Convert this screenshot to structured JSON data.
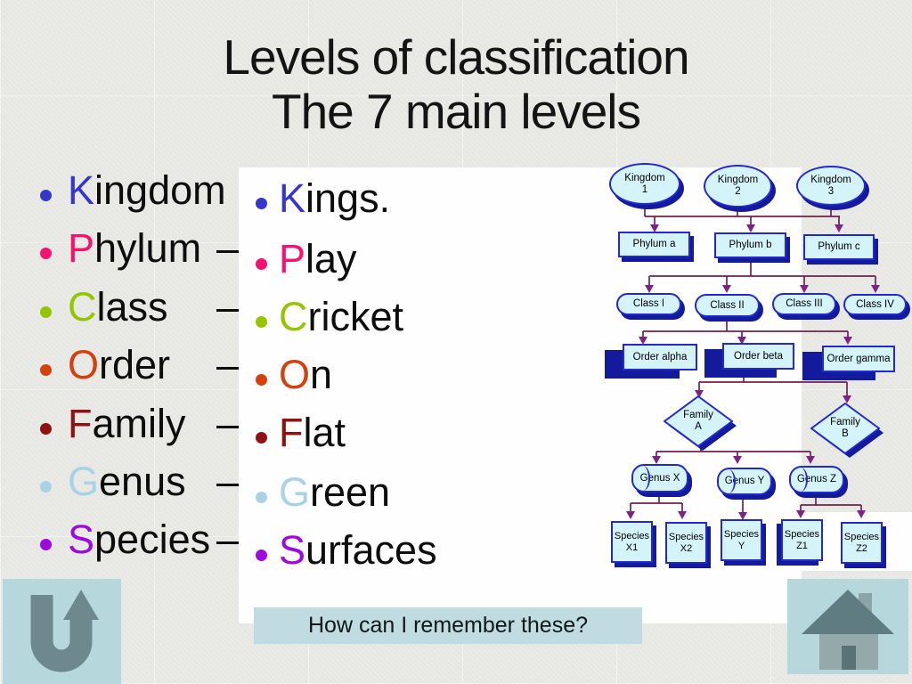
{
  "title": {
    "line1": "Levels of classification",
    "line2": "The 7 main levels"
  },
  "left_list": [
    {
      "initial": "K",
      "rest": "ingdom",
      "dash": "",
      "color": "#3636c8"
    },
    {
      "initial": "P",
      "rest": "hylum",
      "dash": "–",
      "color": "#f8126d"
    },
    {
      "initial": "C",
      "rest": "lass",
      "dash": "–",
      "color": "#97c401"
    },
    {
      "initial": "O",
      "rest": "rder",
      "dash": "–",
      "color": "#d3410d"
    },
    {
      "initial": "F",
      "rest": "amily",
      "dash": "–",
      "color": "#8f1111"
    },
    {
      "initial": "G",
      "rest": "enus",
      "dash": "–",
      "color": "#a9d3e5"
    },
    {
      "initial": "S",
      "rest": "pecies",
      "dash": "–",
      "color": "#9c0adf"
    }
  ],
  "mnemonic_list": [
    {
      "initial": "K",
      "rest": "ings.",
      "color": "#3636c8"
    },
    {
      "initial": "P",
      "rest": "lay",
      "color": "#f8126d"
    },
    {
      "initial": "C",
      "rest": "ricket",
      "color": "#97c401"
    },
    {
      "initial": "O",
      "rest": "n",
      "color": "#d3410d"
    },
    {
      "initial": "F",
      "rest": "lat",
      "color": "#8f1111"
    },
    {
      "initial": "G",
      "rest": "reen",
      "color": "#a9d3e5"
    },
    {
      "initial": "S",
      "rest": "urfaces",
      "color": "#9c0adf"
    }
  ],
  "diagram": {
    "kingdoms": [
      {
        "label": "Kingdom",
        "sub": "1"
      },
      {
        "label": "Kingdom",
        "sub": "2"
      },
      {
        "label": "Kingdom",
        "sub": "3"
      }
    ],
    "phyla": [
      "Phylum a",
      "Phylum b",
      "Phylum c"
    ],
    "classes": [
      "Class I",
      "Class II",
      "Class III",
      "Class IV"
    ],
    "orders": [
      "Order alpha",
      "Order beta",
      "Order gamma"
    ],
    "families": [
      {
        "label": "Family",
        "sub": "A"
      },
      {
        "label": "Family",
        "sub": "B"
      }
    ],
    "genera": [
      "Genus X",
      "Genus Y",
      "Genus Z"
    ],
    "species": [
      {
        "label": "Species",
        "sub": "X1"
      },
      {
        "label": "Species",
        "sub": "X2"
      },
      {
        "label": "Species",
        "sub": "Y"
      },
      {
        "label": "Species",
        "sub": "Z1"
      },
      {
        "label": "Species",
        "sub": "Z2"
      }
    ]
  },
  "footer": {
    "question": "How can I remember these?"
  },
  "icons": {
    "back": "u-turn-arrow",
    "home": "home"
  },
  "colors": {
    "slide-bg": "#eaeae7",
    "node-fill": "#d4f4fa",
    "node-border": "#2428cf",
    "node-shadow": "#141a9c",
    "line-color": "#6e2150",
    "arrow-color": "#7c2483",
    "question-bg": "#c0dce1",
    "button-bg": "#b6d7db",
    "icon-gray": "#6d898d"
  }
}
